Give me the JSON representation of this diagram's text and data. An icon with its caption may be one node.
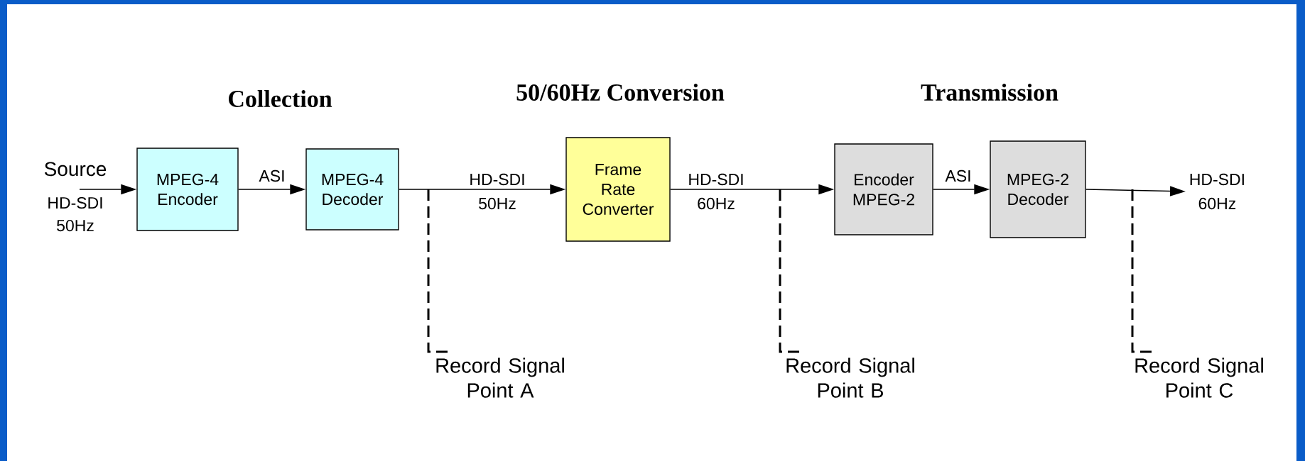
{
  "diagram": {
    "nodes": [
      {
        "text": [
          "Source",
          "HD-SDI 50Hz"
        ]
      },
      {
        "text": [
          "MPEG-4 Encoder"
        ]
      },
      {
        "text": [
          "MPEG-4 Decoder"
        ]
      },
      {
        "text": [
          "Frame Rate Converter"
        ]
      },
      {
        "text": [
          "Encoder MPEG-2"
        ]
      },
      {
        "text": [
          "MPEG-2 Decoder"
        ]
      },
      {
        "text": [
          "Record Signal Point A"
        ]
      },
      {
        "text": [
          "Record Signal Point B"
        ]
      },
      {
        "text": [
          "Record Signal Point C"
        ]
      },
      {
        "text": [
          "HD-SDI 60Hz"
        ]
      }
    ],
    "edges": [
      {
        "from": 0,
        "to": 1,
        "arrow": "to"
      },
      {
        "from": 1,
        "to": 2,
        "arrow": "to",
        "label": "ASI"
      },
      {
        "from": 2,
        "to": 3,
        "arrow": "to",
        "label": "HD-SDI 50Hz"
      },
      {
        "from": 3,
        "to": 4,
        "arrow": "to",
        "label": "HD-SDI 60Hz"
      },
      {
        "from": 4,
        "to": 5,
        "arrow": "to",
        "label": "ASI"
      },
      {
        "from": 5,
        "to": 9,
        "arrow": "to"
      },
      {
        "from": null,
        "to": 6,
        "arrow": "none",
        "style": "dashed"
      },
      {
        "from": null,
        "to": 7,
        "arrow": "none",
        "style": "dashed"
      },
      {
        "from": null,
        "to": 8,
        "arrow": "none",
        "style": "dashed"
      }
    ],
    "labels": [
      "Collection",
      "50/60Hz Conversion",
      "Transmission"
    ]
  }
}
